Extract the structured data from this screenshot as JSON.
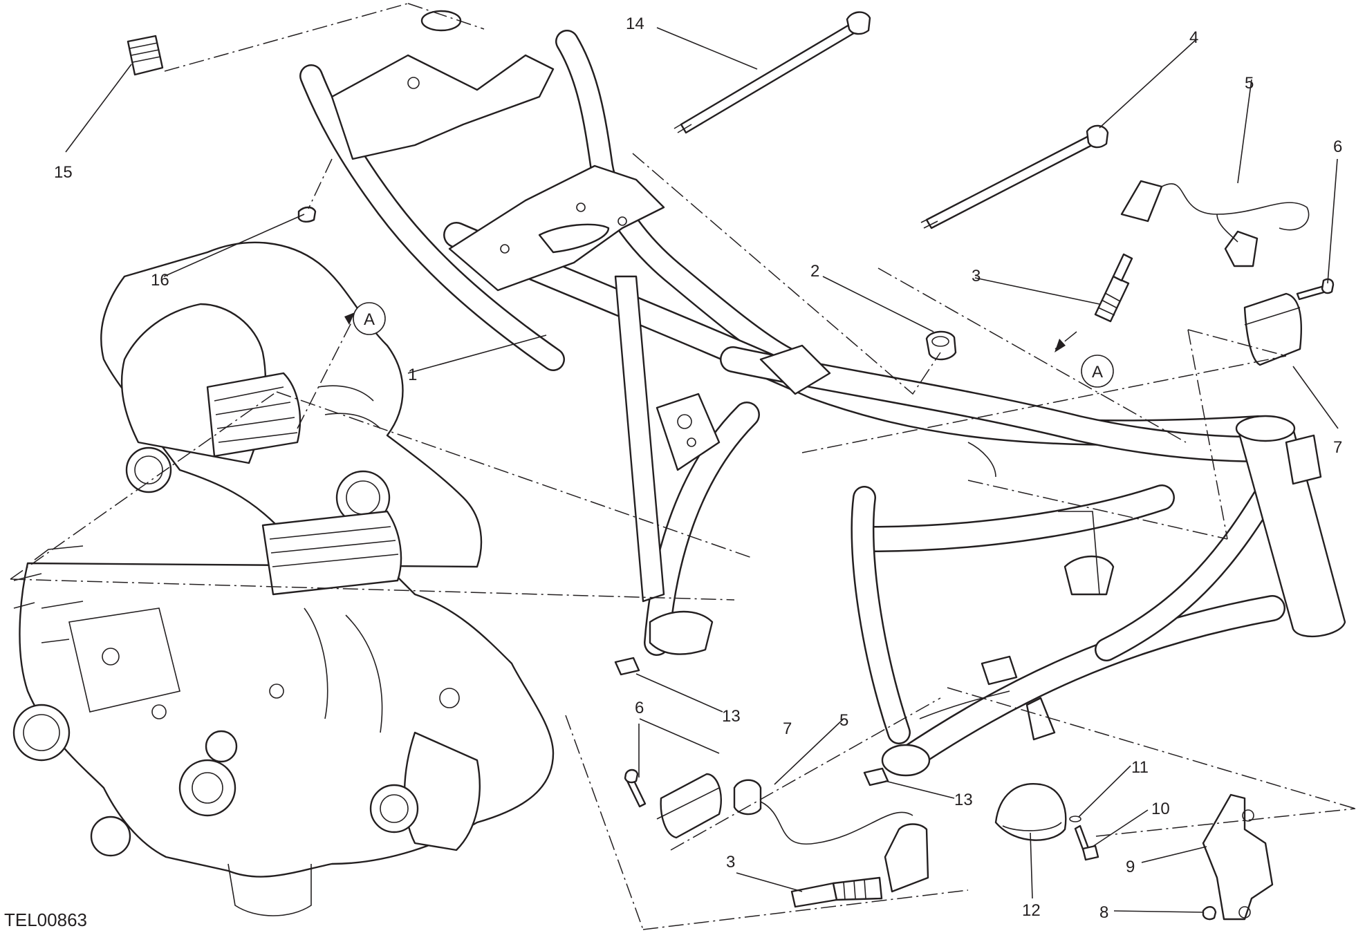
{
  "drawing_code": "TEL00863",
  "reference_marker": "A",
  "callouts": {
    "c1": "1",
    "c2": "2",
    "c3a": "3",
    "c3b": "3",
    "c4": "4",
    "c5a": "5",
    "c5b": "5",
    "c6a": "6",
    "c6b": "6",
    "c7a": "7",
    "c7b": "7",
    "c8": "8",
    "c9": "9",
    "c10": "10",
    "c11": "11",
    "c12": "12",
    "c13a": "13",
    "c13b": "13",
    "c14": "14",
    "c15": "15",
    "c16": "16"
  },
  "colors": {
    "line": "#231f20",
    "background": "#ffffff"
  }
}
